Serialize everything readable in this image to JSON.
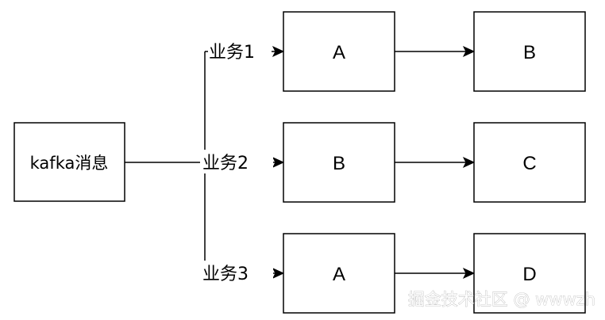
{
  "diagram": {
    "source": {
      "label": "kafka消息"
    },
    "branches": [
      {
        "label": "业务1",
        "first": "A",
        "second": "B"
      },
      {
        "label": "业务2",
        "first": "B",
        "second": "C"
      },
      {
        "label": "业务3",
        "first": "A",
        "second": "D"
      }
    ]
  },
  "watermark": "掘金技术社区 @ wwwzh",
  "colors": {
    "stroke": "#000000",
    "background": "#ffffff"
  }
}
